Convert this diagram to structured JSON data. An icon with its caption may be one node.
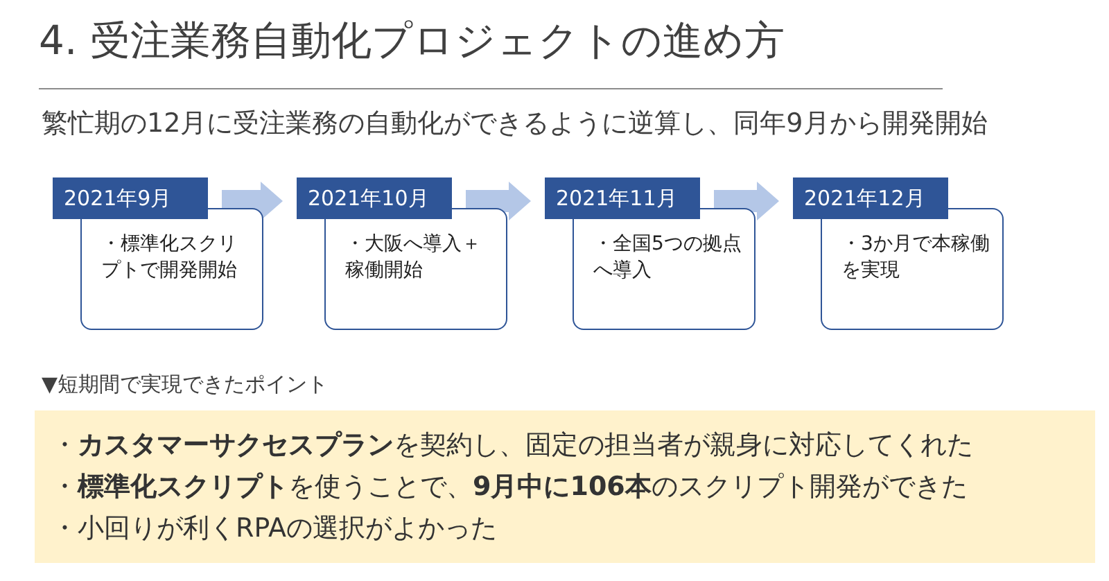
{
  "diagram": {
    "title": "4. 受注業務自動化プロジェクトの進め方",
    "caption": "繁忙期の12月に受注業務の自動化ができるように逆算し、同年9月から開発開始",
    "nodes": [
      {
        "text": [
          "2021年9月",
          "・標準化スクリプトで開発開始"
        ]
      },
      {
        "text": [
          "2021年10月",
          "・大阪へ導入＋稼働開始"
        ]
      },
      {
        "text": [
          "2021年11月",
          "・全国5つの拠点へ導入"
        ]
      },
      {
        "text": [
          "2021年12月",
          "・3か月で本稼働を実現"
        ]
      },
      {
        "text": [
          "・**カスタマーサクセスプラン**を契約し、固定の担当者が親身に対応してくれた",
          "・**標準化スクリプト**を使うことで、**9月中に106本**のスクリプト開発ができた",
          "・小回りが利くRPAの選択がよかった"
        ]
      }
    ],
    "edges": [
      {
        "from": 0,
        "to": 1,
        "arrow": "to"
      },
      {
        "from": 1,
        "to": 2,
        "arrow": "to"
      },
      {
        "from": 2,
        "to": 3,
        "arrow": "to"
      }
    ],
    "labels": [
      "▼短期間で実現できたポイント"
    ]
  }
}
